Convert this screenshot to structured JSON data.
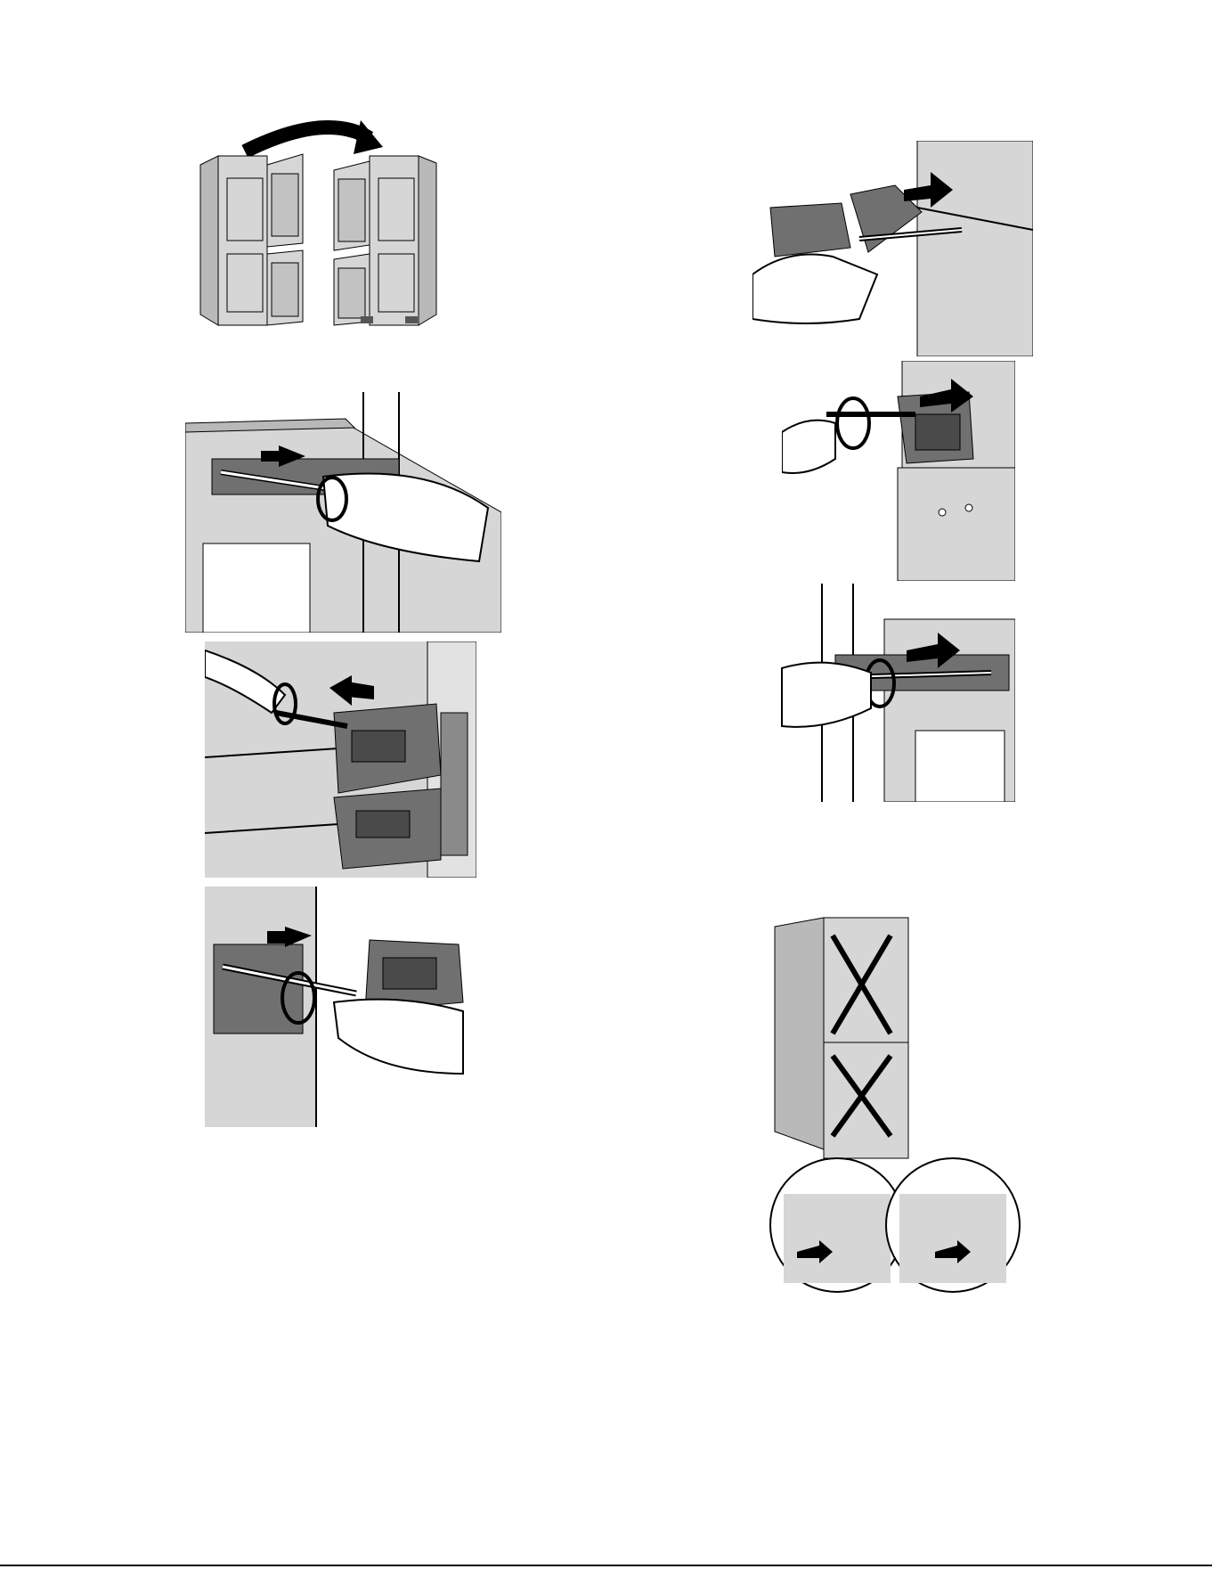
{
  "page": {
    "number": "",
    "colors": {
      "surface": "#d6d6d6",
      "surface_dark": "#b9b9b9",
      "hinge": "#707070",
      "hinge_dark": "#4a4a4a",
      "ink": "#000000",
      "hand": "#ffffff"
    }
  },
  "illustrations": [
    {
      "id": "door-reversal-overview",
      "icon": "refrigerator-door-swap-icon"
    },
    {
      "id": "top-hinge-remove-screws",
      "icon": "screwdriver-hinge-icon"
    },
    {
      "id": "middle-hinge-unscrew",
      "icon": "screwdriver-hinge-icon"
    },
    {
      "id": "bottom-hinge-remove",
      "icon": "screwdriver-hinge-icon"
    },
    {
      "id": "hinge-mount-opposite-side",
      "icon": "screwdriver-hinge-icon"
    },
    {
      "id": "middle-hinge-mount",
      "icon": "screwdriver-hinge-icon"
    },
    {
      "id": "top-hinge-mount",
      "icon": "screwdriver-hinge-icon"
    },
    {
      "id": "cover-caps-insert",
      "icon": "cover-caps-icon"
    }
  ]
}
